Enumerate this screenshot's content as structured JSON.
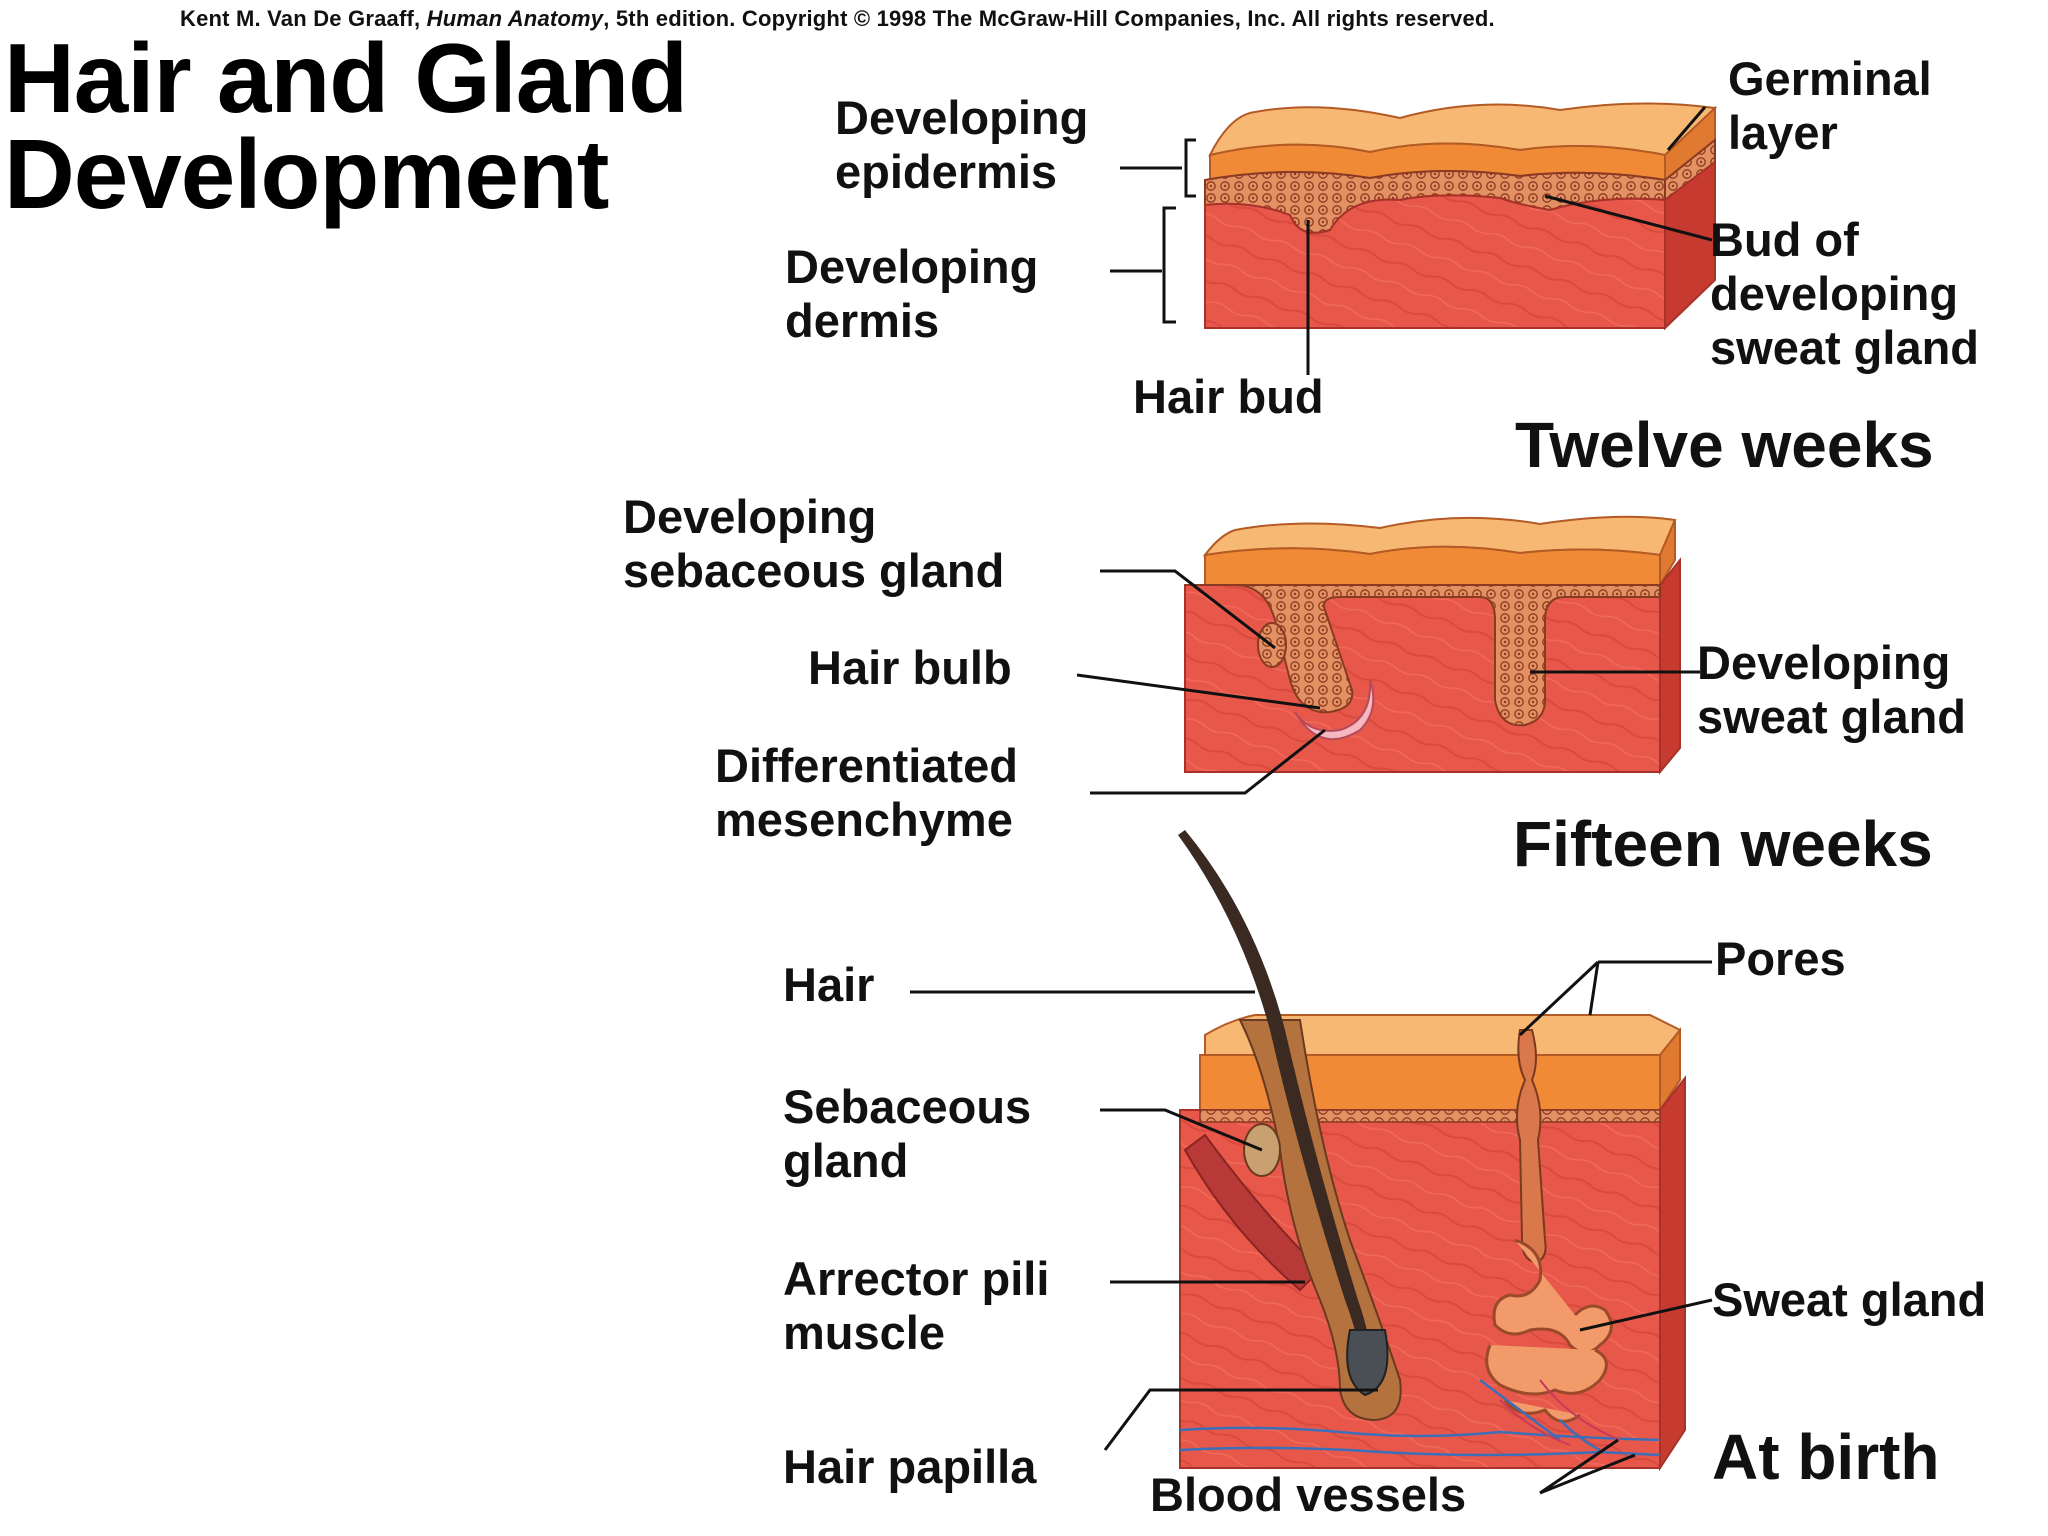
{
  "copyright": {
    "author": "Kent M. Van De Graaff,",
    "book": "Human Anatomy",
    "rest": ", 5th edition. Copyright © 1998 The McGraw-Hill Companies, Inc. All rights reserved."
  },
  "title": {
    "line1": "Hair and Gland",
    "line2": "Development"
  },
  "stages": {
    "twelve_weeks": "Twelve weeks",
    "fifteen_weeks": "Fifteen weeks",
    "at_birth": "At birth"
  },
  "labels": {
    "developing_epidermis": [
      "Developing",
      "epidermis"
    ],
    "developing_dermis": [
      "Developing",
      "dermis"
    ],
    "germinal_layer": [
      "Germinal",
      "layer"
    ],
    "bud_sweat_gland": [
      "Bud of",
      "developing",
      "sweat gland"
    ],
    "hair_bud": "Hair bud",
    "developing_sebaceous_gland": [
      "Developing",
      "sebaceous gland"
    ],
    "hair_bulb": "Hair bulb",
    "differentiated_mesenchyme": [
      "Differentiated",
      "mesenchyme"
    ],
    "developing_sweat_gland": [
      "Developing",
      "sweat gland"
    ],
    "hair": "Hair",
    "pores": "Pores",
    "sebaceous_gland": [
      "Sebaceous",
      "gland"
    ],
    "arrector_pili": [
      "Arrector pili",
      "muscle"
    ],
    "sweat_gland": "Sweat gland",
    "hair_papilla": "Hair papilla",
    "blood_vessels": "Blood vessels"
  },
  "colors": {
    "dermis": "#e8584a",
    "dermis_side": "#c63a30",
    "epidermis_top": "#f7b874",
    "epidermis_front": "#f08a36",
    "germinal": "#d97a48",
    "hair": "#3a2a22",
    "mesenchyme": "#f6b8c0",
    "vessel": "#3d6fb8"
  }
}
